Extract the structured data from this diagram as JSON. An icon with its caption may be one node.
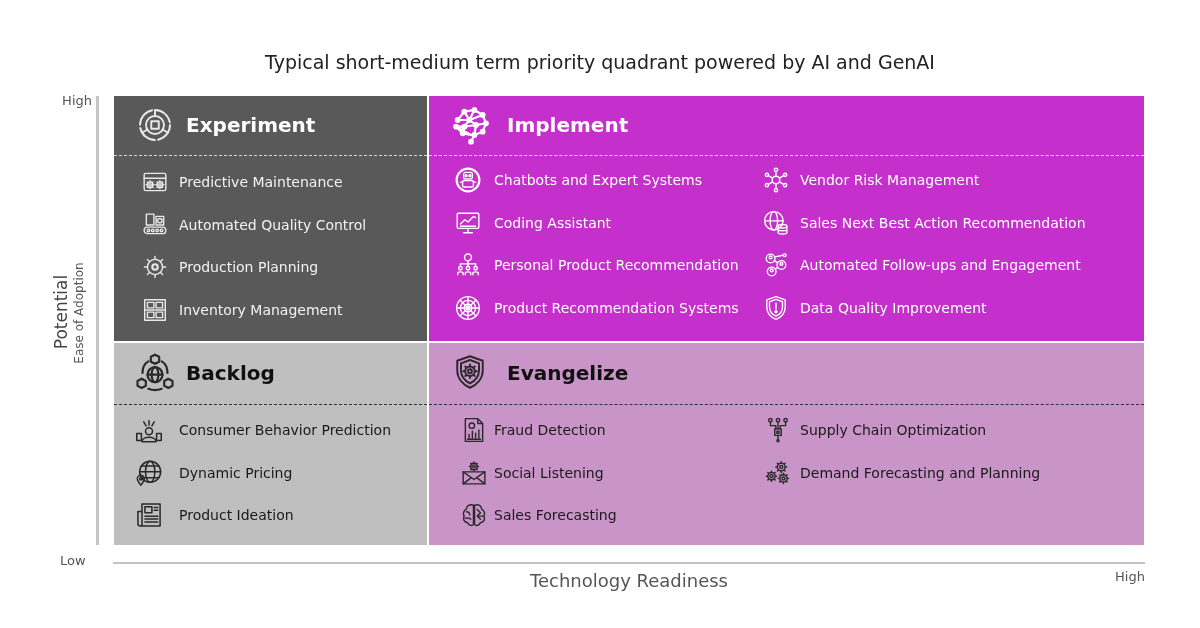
{
  "diagram": {
    "title": "Typical short-medium term priority quadrant powered by AI and GenAI",
    "nodes": [
      {
        "text": [
          "Experiment",
          "Predictive Maintenance",
          "Automated Quality Control",
          "Production Planning",
          "Inventory Management"
        ]
      },
      {
        "text": [
          "Implement",
          "Chatbots and Expert Systems",
          "Coding Assistant",
          "Personal Product Recommendation",
          "Product Recommendation Systems",
          "Vendor Risk Management",
          "Sales Next Best Action Recommendation",
          "Automated Follow-ups and Engagement",
          "Data Quality Improvement"
        ]
      },
      {
        "text": [
          "Backlog",
          "Consumer Behavior Prediction",
          "Dynamic Pricing",
          "Product Ideation"
        ]
      },
      {
        "text": [
          "Evangelize",
          "Fraud Detection",
          "Social Listening",
          "Sales Forecasting",
          "Supply Chain Optimization",
          "Demand Forecasting and Planning"
        ]
      }
    ],
    "labels": [
      "High",
      "Potential",
      "Ease of Adoption",
      "Low",
      "Technology Readiness",
      "High"
    ]
  }
}
